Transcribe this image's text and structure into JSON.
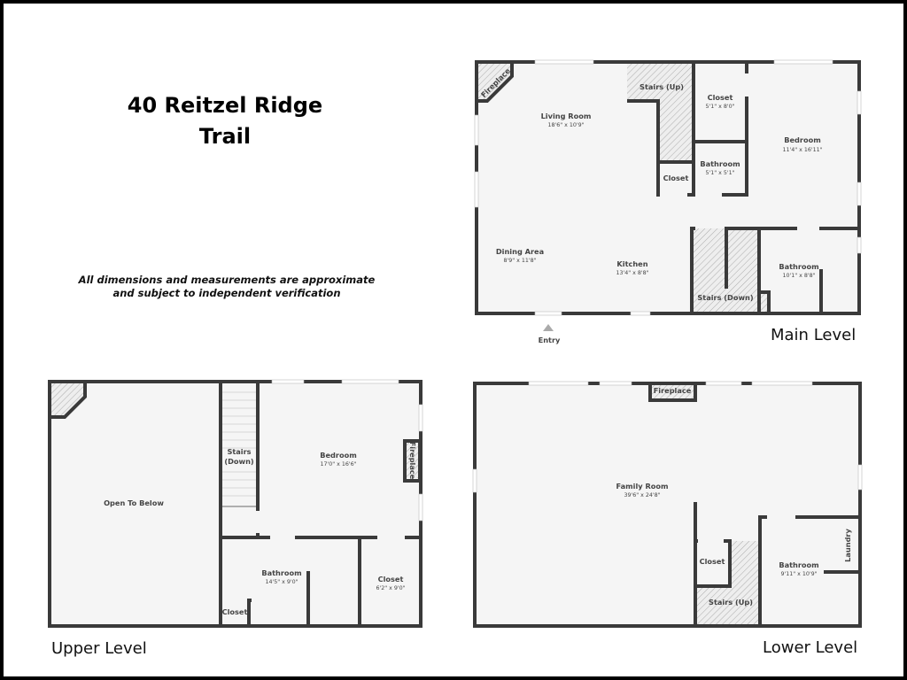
{
  "title_line1": "40 Reitzel Ridge",
  "title_line2": "Trail",
  "disclaimer_line1": "All dimensions and measurements are approximate",
  "disclaimer_line2": "and subject to independent verification",
  "main_level": {
    "label": "Main Level",
    "entry": "Entry",
    "rooms": [
      {
        "name": "Fireplace"
      },
      {
        "name": "Living Room",
        "dims": "18'6\" x 10'9\""
      },
      {
        "name": "Stairs (Up)"
      },
      {
        "name": "Closet",
        "dims": "5'1\" x 8'0\""
      },
      {
        "name": "Bedroom",
        "dims": "11'4\" x 16'11\""
      },
      {
        "name": "Bathroom",
        "dims": "5'1\" x 5'1\""
      },
      {
        "name": "Closet"
      },
      {
        "name": "Dining Area",
        "dims": "8'9\" x 11'8\""
      },
      {
        "name": "Kitchen",
        "dims": "13'4\" x 8'8\""
      },
      {
        "name": "Stairs (Down)"
      },
      {
        "name": "Bathroom",
        "dims": "10'1\" x 8'8\""
      }
    ]
  },
  "upper_level": {
    "label": "Upper Level",
    "rooms": [
      {
        "name": "Open To Below"
      },
      {
        "name": "Stairs",
        "name2": "(Down)"
      },
      {
        "name": "Bedroom",
        "dims": "17'0\" x 16'6\""
      },
      {
        "name": "Fireplace"
      },
      {
        "name": "Bathroom",
        "dims": "14'5\" x 9'0\""
      },
      {
        "name": "Closet",
        "dims": "6'2\" x 9'0\""
      },
      {
        "name": "Closet"
      }
    ]
  },
  "lower_level": {
    "label": "Lower Level",
    "rooms": [
      {
        "name": "Fireplace"
      },
      {
        "name": "Family Room",
        "dims": "39'6\" x 24'8\""
      },
      {
        "name": "Closet"
      },
      {
        "name": "Stairs (Up)"
      },
      {
        "name": "Bathroom",
        "dims": "9'11\" x 10'9\""
      },
      {
        "name": "Laundry"
      }
    ]
  },
  "colors": {
    "wall": "#3a3a3a",
    "floor": "#f5f5f5",
    "frame": "#000000"
  }
}
